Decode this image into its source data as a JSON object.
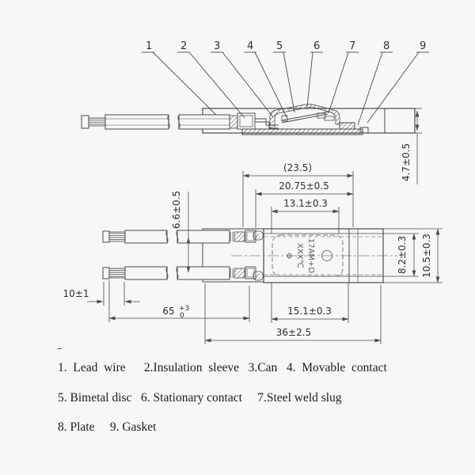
{
  "drawing": {
    "part_numbers": [
      "1",
      "2",
      "3",
      "4",
      "5",
      "6",
      "7",
      "8",
      "9"
    ],
    "marking": {
      "phi": "Φ",
      "line1": "XXX℃",
      "line2": "17AM+D"
    },
    "dims": {
      "overall_ref": "(23.5)",
      "can_length": "20.75±0.5",
      "disc_length": "13.1±0.3",
      "wire_pitch": "6.6±0.5",
      "strip_length": "10±1",
      "lead_length_value": "65",
      "lead_length_sup": "+3",
      "lead_length_sub": "0",
      "can_width_length": "15.1±0.3",
      "body_length": "36±2.5",
      "inner_width": "8.2±0.3",
      "outer_width": "10.5±0.3",
      "height": "4.7±0.5"
    },
    "legend": {
      "line1": "1.  Lead  wire      2.Insulation  sleeve   3.Can   4.  Movable  contact",
      "line2": "5. Bimetal disc   6. Stationary contact     7.Steel weld slug",
      "line3": "8. Plate     9. Gasket"
    },
    "tick": "--"
  },
  "colors": {
    "line": "#4a4a4a",
    "text": "#2e2e2e",
    "background": "#f7f7f7"
  }
}
